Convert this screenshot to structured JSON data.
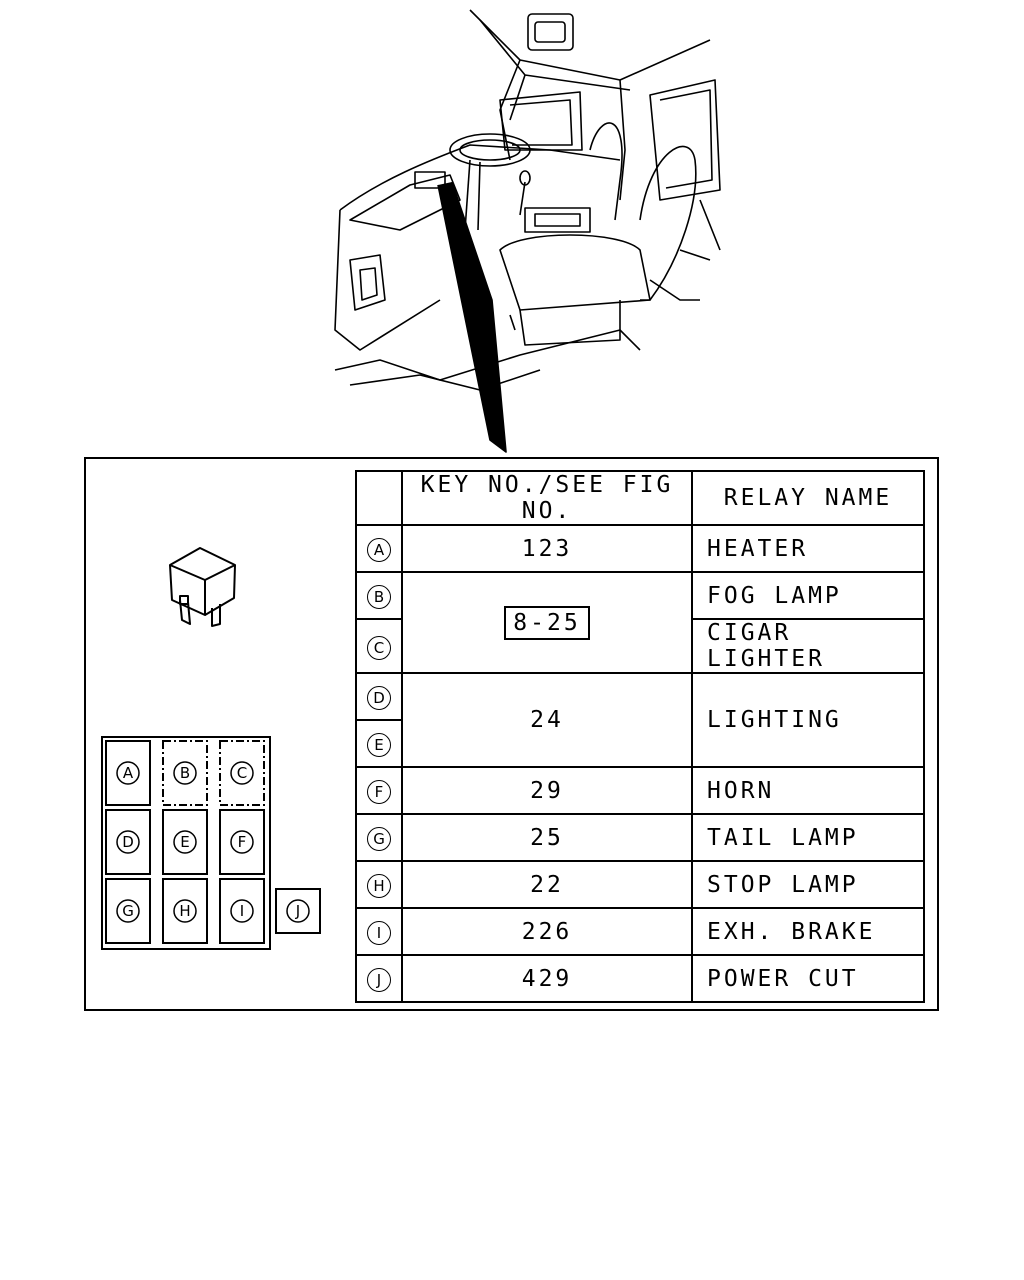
{
  "table": {
    "header_key": "KEY NO./SEE FIG NO.",
    "header_name": "RELAY NAME",
    "rows": [
      {
        "key": "A",
        "num": "123",
        "name": "HEATER"
      },
      {
        "key": "B",
        "num": "8-25",
        "name": "FOG LAMP"
      },
      {
        "key": "C",
        "name": "CIGAR LIGHTER"
      },
      {
        "key": "D",
        "num": "24",
        "name": "LIGHTING"
      },
      {
        "key": "E"
      },
      {
        "key": "F",
        "num": "29",
        "name": "HORN"
      },
      {
        "key": "G",
        "num": "25",
        "name": "TAIL LAMP"
      },
      {
        "key": "H",
        "num": "22",
        "name": "STOP LAMP"
      },
      {
        "key": "I",
        "num": "226",
        "name": "EXH. BRAKE"
      },
      {
        "key": "J",
        "num": "429",
        "name": "POWER CUT"
      }
    ]
  },
  "relay_layout": {
    "slots": [
      "A",
      "D",
      "G",
      "B",
      "E",
      "H",
      "C",
      "F",
      "I",
      "J"
    ]
  }
}
